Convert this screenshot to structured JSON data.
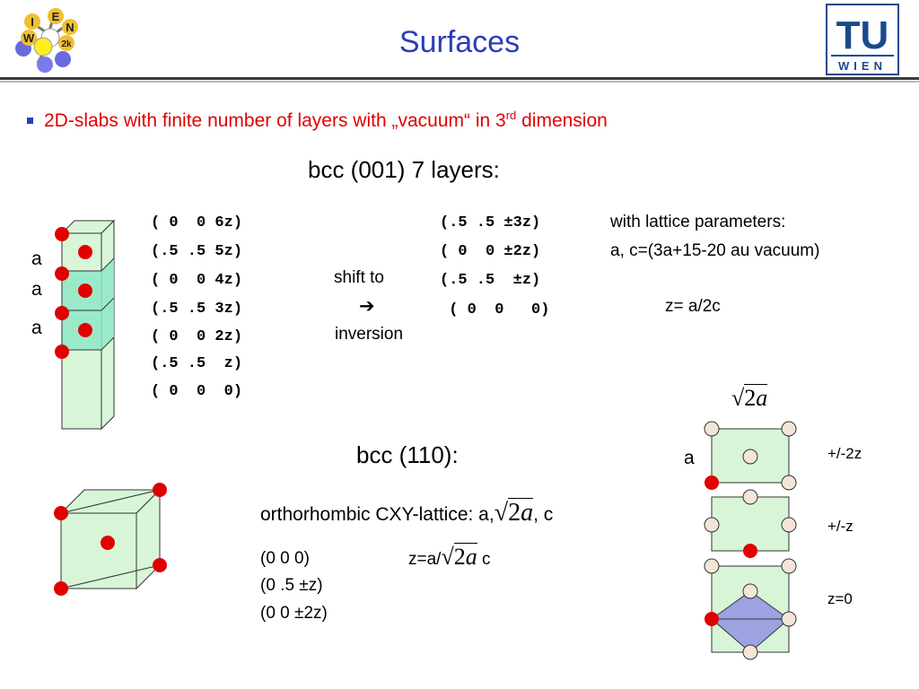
{
  "slide": {
    "title": "Surfaces",
    "bullet": {
      "before_sup": "2D-slabs with finite number of layers with „vacuum“ in 3",
      "sup": "rd",
      "after_sup": " dimension"
    }
  },
  "logos": {
    "wien2k_letters": [
      "I",
      "E",
      "W",
      "N",
      "2k"
    ],
    "tu_letters": "TU",
    "wien_letters": "WIEN"
  },
  "bcc001": {
    "heading": "bcc (001) 7 layers:",
    "side_labels": [
      "a",
      "a",
      "a"
    ],
    "left_positions": [
      "( 0  0 6z)",
      "(.5 .5 5z)",
      "( 0  0 4z)",
      "(.5 .5 3z)",
      "( 0  0 2z)",
      "(.5 .5  z)",
      "( 0  0  0)"
    ],
    "shift_label": "shift to",
    "arrow": "➔",
    "inversion_label": "inversion",
    "right_positions": [
      "(.5 .5 ±3z)",
      "( 0  0 ±2z)",
      "(.5 .5  ±z)",
      " ( 0  0   0)"
    ],
    "lattice_line1": "with lattice parameters:",
    "lattice_line2": "a, c=(3a+15-20 au vacuum)",
    "z_def": "z= a/2c"
  },
  "bcc110": {
    "heading": "bcc (110):",
    "ortho_prefix": "orthorhombic CXY-lattice:  a,",
    "sqrt_symbol": "√",
    "sqrt_two": "2",
    "sqrt_a": "a",
    "ortho_suffix": ", c",
    "pos1": "(0 0 0)",
    "pos2": "(0 .5 ±z)",
    "pos3": "(0 0 ±2z)",
    "z_prefix": "z=a/",
    "z_suffix": " c",
    "side_a": "a",
    "layer_labels": [
      "+/-2z",
      "+/-z",
      "z=0"
    ]
  },
  "colors": {
    "title_blue": "#2A3DB8",
    "bullet_red": "#E00000",
    "atom_red": "#E00000",
    "slab_green": "#D8F5D8",
    "slab_teal": "#8FE8C8",
    "atom_beige": "#F3E6D8",
    "diamond_blue": "#9DA3E0"
  }
}
